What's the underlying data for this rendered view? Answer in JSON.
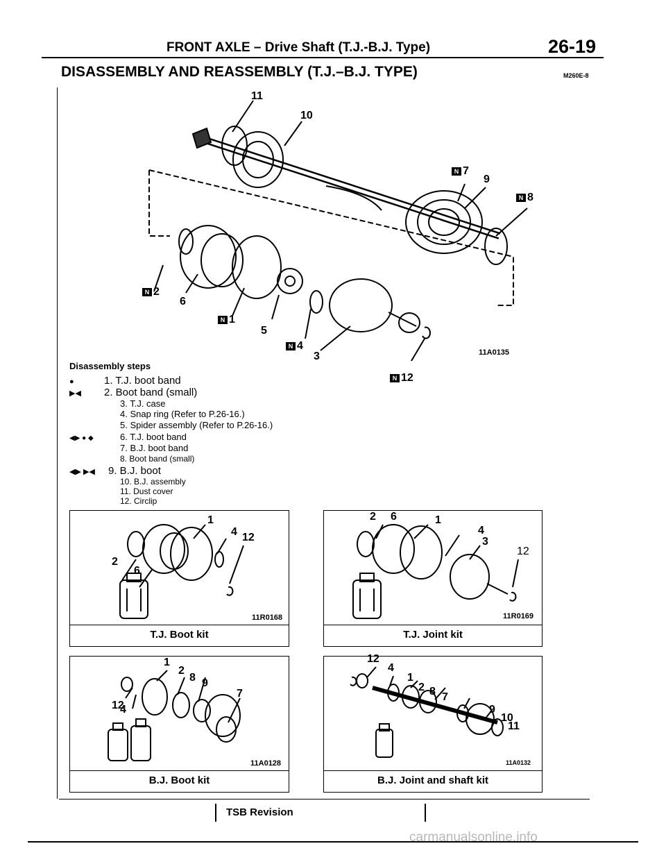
{
  "header": {
    "title": "FRONT AXLE – Drive Shaft (T.J.-B.J. Type)",
    "page": "26-19"
  },
  "section": {
    "title": "DISASSEMBLY AND REASSEMBLY (T.J.–B.J. TYPE)",
    "code": "M260E-8"
  },
  "main_figure": {
    "code": "11A0135",
    "labels": {
      "l11": "11",
      "l10": "10",
      "l7": "7",
      "l9": "9",
      "l8": "8",
      "l2": "2",
      "l6": "6",
      "l1": "1",
      "l5": "5",
      "l4": "4",
      "l3": "3",
      "l12": "12"
    },
    "badge": "N"
  },
  "steps": {
    "heading": "Disassembly steps",
    "items": [
      {
        "mark": "●",
        "text": "1. T.J. boot band"
      },
      {
        "mark": "▶◀",
        "text": "2. Boot band (small)"
      },
      {
        "mark": "",
        "text": "3. T.J. case"
      },
      {
        "mark": "",
        "text": "4. Snap ring (Refer to P.26-16.)"
      },
      {
        "mark": "",
        "text": "5. Spider assembly (Refer to P.26-16.)"
      },
      {
        "mark": "◀▶ ● ◆",
        "text": "6. T.J. boot band"
      },
      {
        "mark": "",
        "text": "7. B.J. boot band"
      },
      {
        "mark": "",
        "text": "8. Boot band (small)"
      },
      {
        "mark": "◀▶ ▶◀",
        "text": "9. B.J. boot"
      },
      {
        "mark": "",
        "text": "10. B.J. assembly"
      },
      {
        "mark": "",
        "text": "11. Dust cover"
      },
      {
        "mark": "",
        "text": "12. Circlip"
      }
    ]
  },
  "kits": [
    {
      "caption": "T.J. Boot kit",
      "code": "11R0168",
      "labels": [
        "1",
        "4",
        "12",
        "2",
        "6"
      ]
    },
    {
      "caption": "T.J. Joint kit",
      "code": "11R0169",
      "labels": [
        "2",
        "6",
        "1",
        "4",
        "3",
        "12"
      ]
    },
    {
      "caption": "B.J. Boot kit",
      "code": "11A0128",
      "labels": [
        "1",
        "2",
        "8",
        "9",
        "12",
        "4",
        "7"
      ]
    },
    {
      "caption": "B.J. Joint and shaft kit",
      "code": "11A0132",
      "labels": [
        "12",
        "4",
        "1",
        "2",
        "8",
        "7",
        "9",
        "10",
        "11"
      ]
    }
  ],
  "footer": {
    "tsb": "TSB Revision",
    "watermark": "carmanualsonline.info"
  }
}
